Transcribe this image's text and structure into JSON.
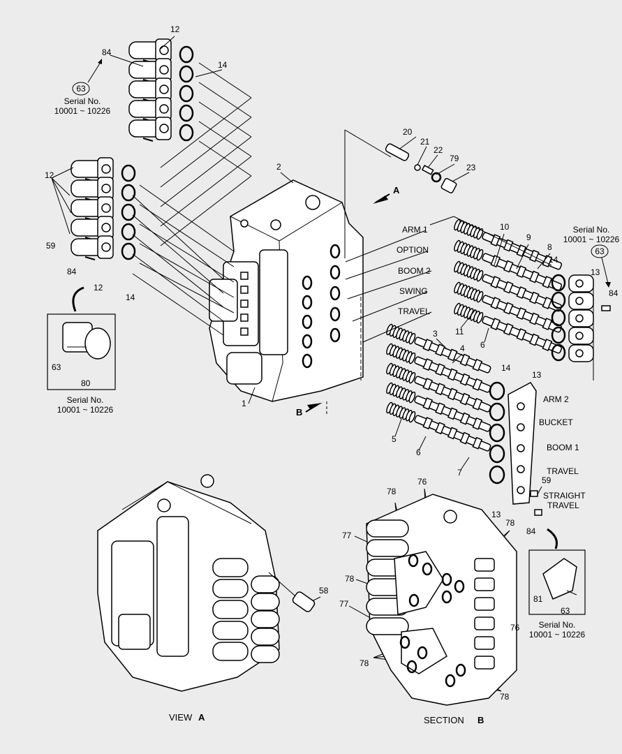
{
  "callouts": {
    "n1": "1",
    "n2": "2",
    "n3": "3",
    "n4": "4",
    "n5": "5",
    "n6a": "6",
    "n6b": "6",
    "n7": "7",
    "n8": "8",
    "n9": "9",
    "n10": "10",
    "n11": "11",
    "n12a": "12",
    "n12b": "12",
    "n12c": "12",
    "n13a": "13",
    "n13b": "13",
    "n13c": "13",
    "n14a": "14",
    "n14b": "14",
    "n14c": "14",
    "n14d": "14",
    "n20": "20",
    "n21": "21",
    "n22": "22",
    "n23": "23",
    "n58": "58",
    "n59a": "59",
    "n59b": "59",
    "n63a": "63",
    "n63b": "63",
    "n63c": "63",
    "n63d": "63",
    "n76a": "76",
    "n76b": "76",
    "n77a": "77",
    "n77b": "77",
    "n78a": "78",
    "n78b": "78",
    "n78c": "78",
    "n78d": "78",
    "n78e": "78",
    "n79": "79",
    "n80": "80",
    "n81": "81",
    "n84a": "84",
    "n84b": "84",
    "n84c": "84",
    "n84d": "84"
  },
  "sections_left": [
    "ARM 1",
    "OPTION",
    "BOOM 2",
    "SWING",
    "TRAVEL"
  ],
  "sections_right": [
    "ARM 2",
    "BUCKET",
    "BOOM 1",
    "TRAVEL",
    "STRAIGHT",
    "TRAVEL"
  ],
  "serial": {
    "label": "Serial No.",
    "range": "10001 ~ 10226"
  },
  "view_marks": {
    "a": "A",
    "b": "B"
  },
  "captions": {
    "view_word": "VIEW",
    "view_letter": "A",
    "section_word": "SECTION",
    "section_letter": "B"
  }
}
